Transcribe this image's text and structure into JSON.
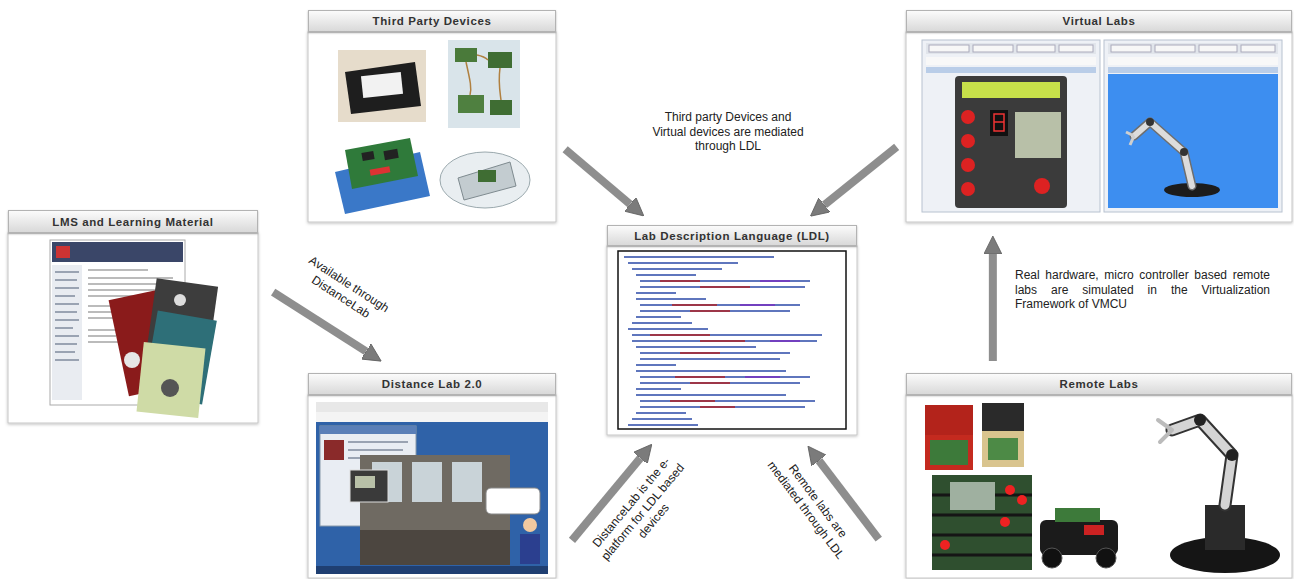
{
  "diagram": {
    "nodes": [
      {
        "text": [
          "Third Party Devices"
        ]
      },
      {
        "text": [
          "Virtual Labs"
        ]
      },
      {
        "text": [
          "LMS and Learning Material"
        ]
      },
      {
        "text": [
          "Lab Description Language (LDL)"
        ]
      },
      {
        "text": [
          "Distance Lab 2.0"
        ]
      },
      {
        "text": [
          "Remote Labs"
        ]
      }
    ],
    "edges": [
      {
        "from": 0,
        "to": 3,
        "arrow": "to"
      },
      {
        "from": 1,
        "to": 3,
        "arrow": "to"
      },
      {
        "from": 2,
        "to": 4,
        "label": "Available through DistanceLab",
        "arrow": "to"
      },
      {
        "from": 4,
        "to": 3,
        "label": "DistanceLab is the e-platform for LDL based devices",
        "arrow": "to"
      },
      {
        "from": 5,
        "to": 3,
        "label": "Remote labs are mediated through LDL",
        "arrow": "to"
      },
      {
        "from": 5,
        "to": 1,
        "label": "Real hardware, micro controller based remote labs are simulated in the Virtualization Framework of VMCU",
        "arrow": "to"
      }
    ],
    "labels": [
      "Third party Devices and Virtual devices are mediated through LDL"
    ]
  }
}
